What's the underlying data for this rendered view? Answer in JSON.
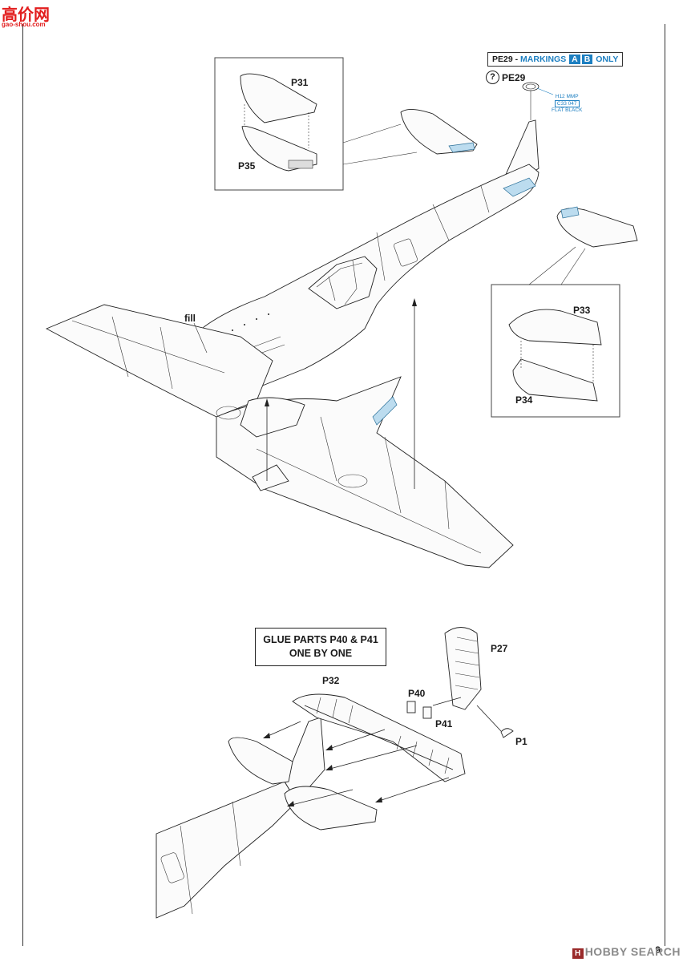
{
  "watermark": {
    "logo_text": "高价网",
    "url": "gao-shou.com",
    "hobby_badge": "H",
    "hobby_text": "HOBBY SEARCH"
  },
  "page_number": "9",
  "pe_note": {
    "prefix": "PE29 - ",
    "markings_word": "MARKINGS",
    "marking_a": "A",
    "marking_b": "B",
    "suffix": "ONLY"
  },
  "callout": {
    "question_mark": "?",
    "part": "PE29"
  },
  "color_callout": {
    "line1": "H12 MMP",
    "line2": "C33 047",
    "line3": "FLAT BLACK"
  },
  "labels": {
    "fill": "fill",
    "p31": "P31",
    "p35": "P35",
    "p33": "P33",
    "p34": "P34",
    "p27": "P27",
    "p32": "P32",
    "p40": "P40",
    "p41": "P41",
    "p1": "P1"
  },
  "glue_note": {
    "line1": "GLUE PARTS P40 & P41",
    "line2": "ONE BY ONE"
  },
  "colors": {
    "accent_blue": "#1d7fc1",
    "watermark_red": "#e21d1d"
  }
}
